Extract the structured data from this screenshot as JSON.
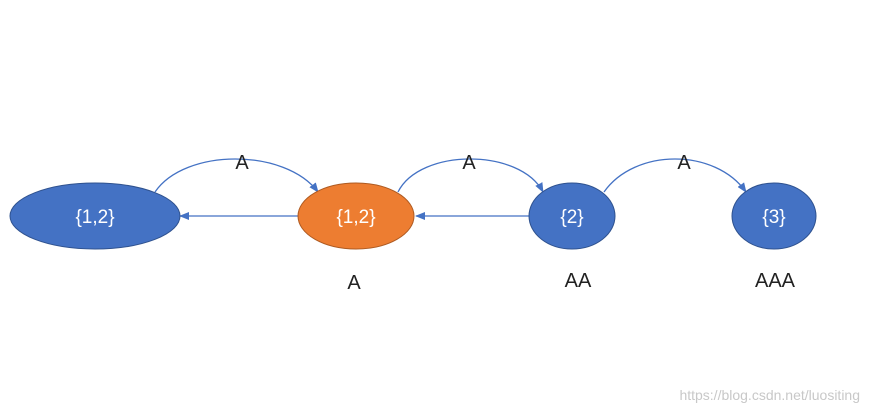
{
  "colors": {
    "node_blue": "#4472c4",
    "node_orange": "#ed7d31",
    "node_stroke": "#2f528f",
    "orange_stroke": "#ae5a21",
    "edge": "#4472c4",
    "node_text": "#ffffff",
    "label_text": "#222222",
    "watermark": "#c8c8c8"
  },
  "nodes": [
    {
      "id": "n0",
      "label": "{1,2}",
      "caption": ""
    },
    {
      "id": "n1",
      "label": "{1,2}",
      "caption": "A"
    },
    {
      "id": "n2",
      "label": "{2}",
      "caption": "AA"
    },
    {
      "id": "n3",
      "label": "{3}",
      "caption": "AAA"
    }
  ],
  "edges": [
    {
      "from": "n0",
      "to": "n1",
      "label": "A",
      "style": "curved"
    },
    {
      "from": "n1",
      "to": "n2",
      "label": "A",
      "style": "curved"
    },
    {
      "from": "n2",
      "to": "n3",
      "label": "A",
      "style": "curved"
    },
    {
      "from": "n1",
      "to": "n0",
      "label": "",
      "style": "straight"
    },
    {
      "from": "n2",
      "to": "n1",
      "label": "",
      "style": "straight"
    }
  ],
  "watermark": "https://blog.csdn.net/luositing"
}
